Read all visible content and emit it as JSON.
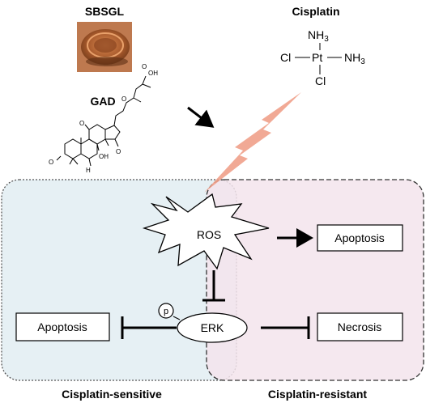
{
  "labels": {
    "sbsgl": "SBSGL",
    "cisplatin": "Cisplatin",
    "gad": "GAD",
    "ros": "ROS",
    "erk": "ERK",
    "phospho": "p",
    "apoptosis_right": "Apoptosis",
    "apoptosis_left": "Apoptosis",
    "necrosis": "Necrosis",
    "cisplatin_sensitive": "Cisplatin-sensitive",
    "cisplatin_resistant": "Cisplatin-resistant"
  },
  "cisplatin_structure": {
    "nh3_top": "NH",
    "nh3_top_sub": "3",
    "cl_left": "Cl",
    "pt": "Pt",
    "nh3_right": "NH",
    "nh3_right_sub": "3",
    "cl_bottom": "Cl"
  },
  "gad_structure": {
    "oh_acid": "OH",
    "o": "O",
    "oh_ring": "OH",
    "h": "H"
  },
  "colors": {
    "sensitive_panel": "#e6f0f4",
    "resistant_panel": "#f3e4ec",
    "lightning": "#f0a08a",
    "mushroom": "#b5683a"
  }
}
